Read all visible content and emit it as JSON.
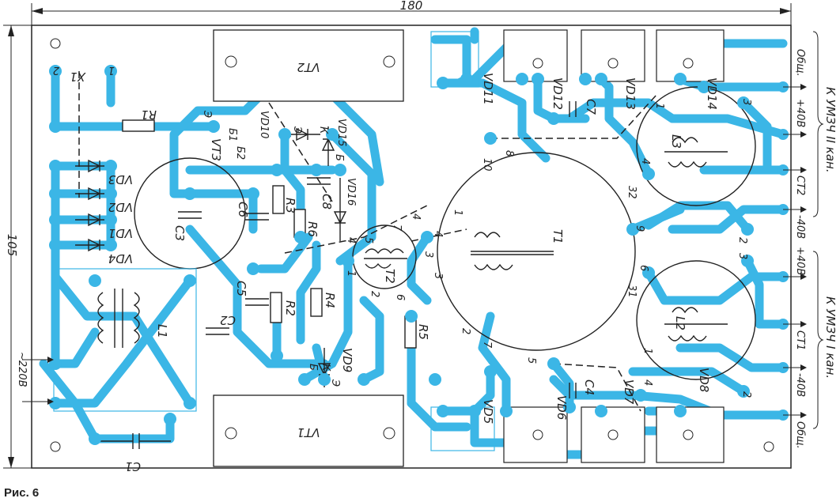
{
  "figure_caption": "Рис. 6",
  "dimensions": {
    "width_label": "180",
    "height_label": "105"
  },
  "components": {
    "connector": "X1",
    "connector_pins": [
      "1",
      "2"
    ],
    "resistors": [
      "R1",
      "R2",
      "R3",
      "R4",
      "R5",
      "R6"
    ],
    "capacitors": [
      "C1",
      "C2",
      "C3",
      "C4",
      "C5",
      "C6",
      "C7",
      "C8"
    ],
    "diodes": [
      "VD1",
      "VD2",
      "VD3",
      "VD4",
      "VD5",
      "VD6",
      "VD7",
      "VD8",
      "VD9",
      "VD10",
      "VD11",
      "VD12",
      "VD13",
      "VD14",
      "VD15",
      "VD16"
    ],
    "transistors": [
      "VT1",
      "VT2",
      "VT3"
    ],
    "transformers": [
      "T1",
      "T2"
    ],
    "inductors": [
      "L1",
      "L2",
      "L3"
    ],
    "vt3_pins": [
      "Э",
      "Б1",
      "Б2"
    ],
    "diode_pins": [
      "Э",
      "К",
      "Б"
    ]
  },
  "pin_numbers": {
    "t1": [
      "8",
      "10",
      "1",
      "4",
      "3",
      "2",
      "7",
      "5",
      "6",
      "9",
      "31",
      "32"
    ],
    "t2": [
      "5",
      "7",
      "4",
      "4",
      "1",
      "2",
      "3",
      "6"
    ],
    "l": [
      "1",
      "2",
      "3",
      "4"
    ]
  },
  "outputs": {
    "channel2": {
      "label": "К УМЗЧ II кан.",
      "terminals": [
        "Общ.",
        "+40В",
        "СТ2",
        "-40В"
      ]
    },
    "channel1": {
      "label": "К УМЗЧ I кан.",
      "terminals": [
        "+40В",
        "СТ1",
        "-40В",
        "Общ."
      ]
    }
  },
  "mains_input": "~220В",
  "colors": {
    "trace": "#3bb6e6",
    "ink": "#222222"
  }
}
